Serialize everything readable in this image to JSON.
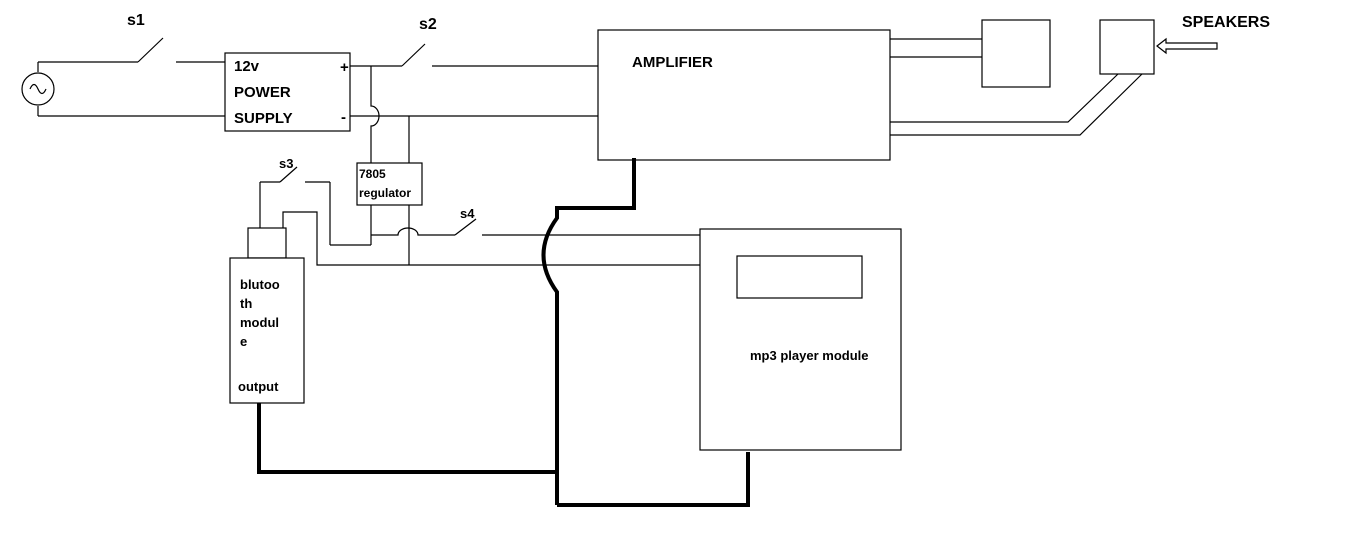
{
  "colors": {
    "line": "#000000",
    "background": "#ffffff"
  },
  "switches": {
    "s1": "s1",
    "s2": "s2",
    "s3": "s3",
    "s4": "s4"
  },
  "power_supply": {
    "line1": "12v",
    "line2": "POWER",
    "line3": "SUPPLY",
    "plus": "+",
    "minus": "-"
  },
  "regulator": {
    "line1": "7805",
    "line2": "regulator"
  },
  "amplifier": {
    "label": "AMPLIFIER"
  },
  "speakers": {
    "label": "SPEAKERS"
  },
  "bluetooth": {
    "line1": "blutoo",
    "line2": "th",
    "line3": "modul",
    "line4": "e",
    "line5": "output"
  },
  "mp3": {
    "label": "mp3 player module"
  },
  "icons": {
    "ac_source": "ac-source-icon",
    "arrow": "arrow-left-icon"
  }
}
